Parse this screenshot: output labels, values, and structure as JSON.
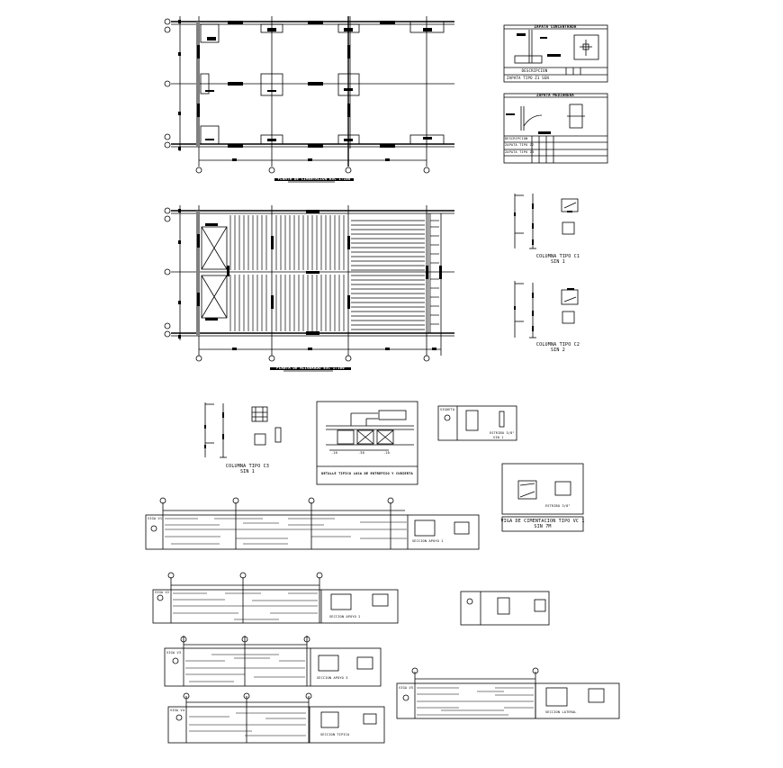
{
  "sheet": {
    "background": "#ffffff",
    "line_color": "#000000",
    "wall_fill": "#808080"
  },
  "plans": {
    "foundation_plan": {
      "title": "PLANTA DE CIMENTACION ESC 1:100",
      "axes_letters": [
        "A",
        "B",
        "C",
        "D"
      ],
      "axes_numbers": [
        "1",
        "2",
        "3",
        "4"
      ]
    },
    "roof_framing_plan": {
      "title": "PLANTA DE ALIGERADO ESC 1:100",
      "axes_letters": [
        "A",
        "B",
        "C",
        "D"
      ],
      "axes_numbers": [
        "1",
        "2",
        "3",
        "4"
      ]
    }
  },
  "details": {
    "footing_z1": {
      "header": "ZAPATA CONCENTRADA",
      "table_header": "DESCRIPCION",
      "row": "ZAPATA TIPO Z1 SEN"
    },
    "footing_combined": {
      "header": "ZAPATA MEDIANERA",
      "table_header": "DESCRIPCION",
      "rows": [
        "ZAPATA TIPO Z2",
        "ZAPATA TIPO Z3"
      ]
    },
    "column_c1": {
      "title": "COLUMNA TIPO C1",
      "scale": "SIN 1"
    },
    "column_c2": {
      "title": "COLUMNA TIPO C2",
      "scale": "SIN 2"
    },
    "column_c3": {
      "title": "COLUMNA TIPO C3",
      "scale": "SIN 1"
    },
    "slab_section": {
      "caption": "DETALLE TIPICO LOSA DE ENTREPISO Y CUBIERTA",
      "dims": [
        ".10",
        ".30",
        ".10"
      ]
    },
    "lintel": {
      "label": "VIGUETA",
      "note": "ESTRIBO 3/8\"",
      "scale": "SIN 1"
    },
    "foundation_beam": {
      "title": "VIGA DE CIMENTACION TIPO VC 1",
      "scale": "SIN 7M",
      "stirrup": "ESTRIBO 3/8\""
    },
    "beam_v1": {
      "label": "VIGA V1",
      "section": "SECCION APOYO 1"
    },
    "beam_v2": {
      "label": "VIGA V2",
      "section": "SECCION APOYO 2"
    },
    "beam_v3": {
      "label": "VIGA V3",
      "section": "SECCION APOYO 3"
    },
    "beam_v4": {
      "label": "VIGA V4",
      "section": "SECCION TIPICA"
    },
    "beam_v5": {
      "label": "VIGA V5",
      "section": "SECCION LATERAL"
    }
  }
}
